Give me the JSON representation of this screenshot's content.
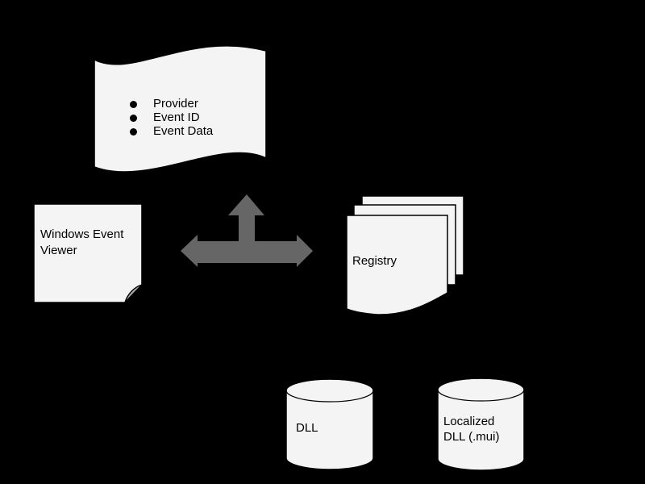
{
  "diagram": {
    "description": "Windows event logging architecture diagram",
    "background_color": "#000000"
  },
  "colors": {
    "background": "#000000",
    "shape_fill": "#f4f4f4",
    "shape_stroke": "#000000",
    "arrow_fill": "#666666",
    "text": "#000000",
    "fold_fill": "#a8a8a8"
  },
  "banner": {
    "shape": "wavy-flag",
    "items": [
      "Provider",
      "Event ID",
      "Event Data"
    ]
  },
  "viewer_note": {
    "shape": "folded-corner-note",
    "label": "Windows Event Viewer"
  },
  "arrow": {
    "shape": "three-way-arrow",
    "directions": [
      "left",
      "right",
      "up"
    ]
  },
  "registry_stack": {
    "shape": "multi-document",
    "page_count": 3,
    "label": "Registry"
  },
  "dll_cylinder": {
    "shape": "database-cylinder",
    "label": "DLL"
  },
  "localized_cylinder": {
    "shape": "database-cylinder",
    "label": "Localized DLL (.mui)"
  }
}
